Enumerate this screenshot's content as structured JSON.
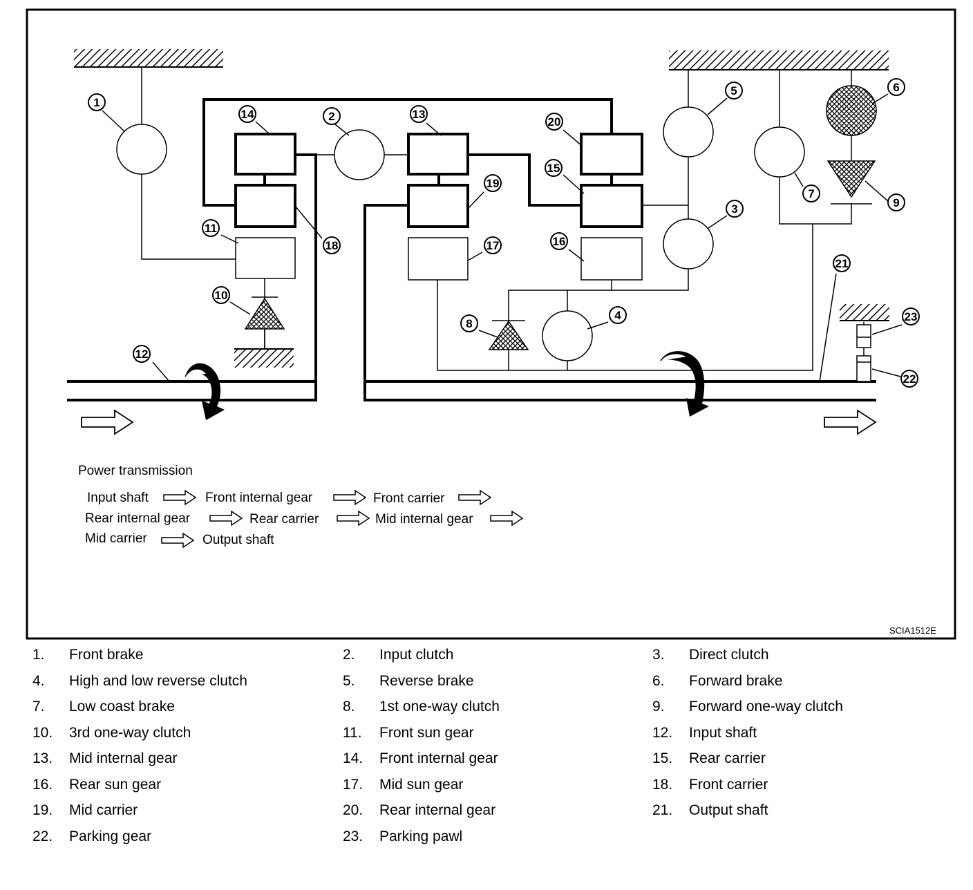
{
  "diagram": {
    "code": "SCIA1512E",
    "power_title": "Power transmission",
    "flow": [
      "Input shaft",
      "Front internal gear",
      "Front carrier",
      "Rear internal gear",
      "Rear carrier",
      "Mid internal gear",
      "Mid carrier",
      "Output shaft"
    ],
    "callouts": [
      "1",
      "2",
      "3",
      "4",
      "5",
      "6",
      "7",
      "8",
      "9",
      "10",
      "11",
      "12",
      "13",
      "14",
      "15",
      "16",
      "17",
      "18",
      "19",
      "20",
      "21",
      "22",
      "23"
    ]
  },
  "legend": [
    {
      "num": "1.",
      "label": "Front brake"
    },
    {
      "num": "2.",
      "label": "Input clutch"
    },
    {
      "num": "3.",
      "label": "Direct clutch"
    },
    {
      "num": "4.",
      "label": "High and low reverse clutch"
    },
    {
      "num": "5.",
      "label": "Reverse brake"
    },
    {
      "num": "6.",
      "label": "Forward brake"
    },
    {
      "num": "7.",
      "label": "Low coast brake"
    },
    {
      "num": "8.",
      "label": "1st one-way clutch"
    },
    {
      "num": "9.",
      "label": "Forward one-way clutch"
    },
    {
      "num": "10.",
      "label": "3rd one-way clutch"
    },
    {
      "num": "11.",
      "label": "Front sun gear"
    },
    {
      "num": "12.",
      "label": "Input shaft"
    },
    {
      "num": "13.",
      "label": "Mid internal gear"
    },
    {
      "num": "14.",
      "label": "Front internal gear"
    },
    {
      "num": "15.",
      "label": "Rear carrier"
    },
    {
      "num": "16.",
      "label": "Rear sun gear"
    },
    {
      "num": "17.",
      "label": "Mid sun gear"
    },
    {
      "num": "18.",
      "label": "Front carrier"
    },
    {
      "num": "19.",
      "label": "Mid carrier"
    },
    {
      "num": "20.",
      "label": "Rear internal gear"
    },
    {
      "num": "21.",
      "label": "Output shaft"
    },
    {
      "num": "22.",
      "label": "Parking gear"
    },
    {
      "num": "23.",
      "label": "Parking pawl"
    }
  ]
}
